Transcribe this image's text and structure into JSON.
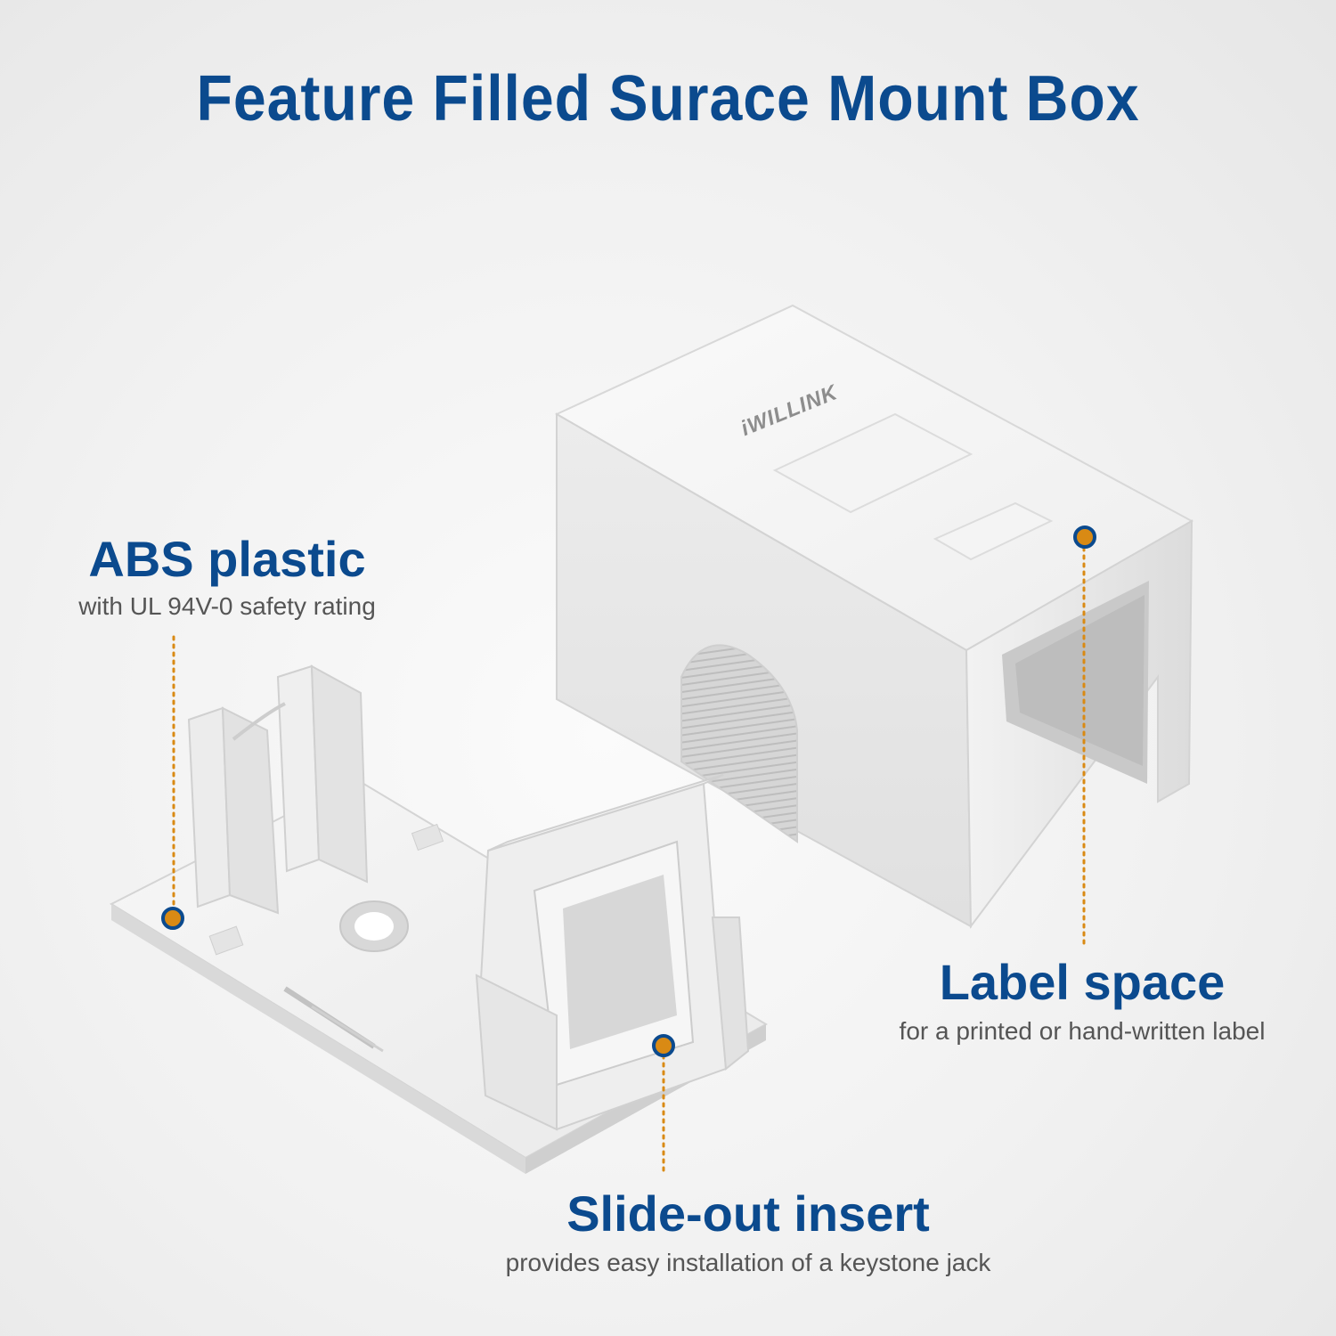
{
  "title": "Feature Filled Surace Mount Box",
  "brand_logo": "iWILLINK",
  "callouts": {
    "abs": {
      "heading": "ABS plastic",
      "sub": "with UL 94V-0 safety rating"
    },
    "label": {
      "heading": "Label space",
      "sub": "for a printed or hand-written label"
    },
    "slide": {
      "heading": "Slide-out insert",
      "sub": "provides easy installation of a keystone jack"
    }
  },
  "colors": {
    "heading": "#0b4a8e",
    "subtext": "#555555",
    "marker_fill": "#d98a14",
    "marker_ring": "#0b4a8e",
    "leader_line": "#d98a14"
  }
}
